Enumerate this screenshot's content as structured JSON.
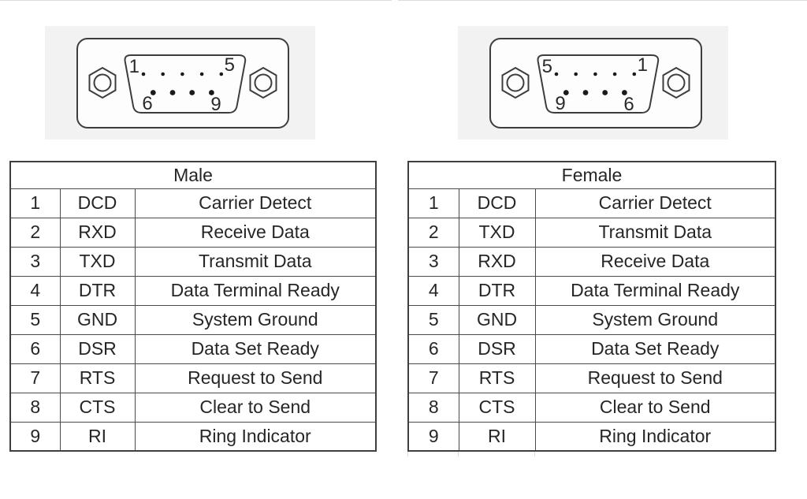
{
  "colors": {
    "page_bg": "#ffffff",
    "panel_bg": "#f2f2f2",
    "connector_line": "#3d3d3d",
    "connector_fill": "#fdfdfd",
    "pin_dot": "#1a1a1a",
    "table_border": "#3f3f3f",
    "text": "#262626",
    "artifact_line": "#dcdcdc"
  },
  "connectors": [
    {
      "id": "male",
      "type": "DB9 connector face",
      "pin_labels": {
        "top_left": "1",
        "top_right": "5",
        "bottom_left": "6",
        "bottom_right": "9"
      }
    },
    {
      "id": "female",
      "type": "DB9 connector face",
      "pin_labels": {
        "top_left": "5",
        "top_right": "1",
        "bottom_left": "9",
        "bottom_right": "6"
      }
    }
  ],
  "tables": [
    {
      "title": "Male",
      "rows": [
        {
          "pin": "1",
          "signal": "DCD",
          "description": "Carrier Detect"
        },
        {
          "pin": "2",
          "signal": "RXD",
          "description": "Receive Data"
        },
        {
          "pin": "3",
          "signal": "TXD",
          "description": "Transmit Data"
        },
        {
          "pin": "4",
          "signal": "DTR",
          "description": "Data Terminal Ready"
        },
        {
          "pin": "5",
          "signal": "GND",
          "description": "System Ground"
        },
        {
          "pin": "6",
          "signal": "DSR",
          "description": "Data Set Ready"
        },
        {
          "pin": "7",
          "signal": "RTS",
          "description": "Request to Send"
        },
        {
          "pin": "8",
          "signal": "CTS",
          "description": "Clear to Send"
        },
        {
          "pin": "9",
          "signal": "RI",
          "description": "Ring Indicator"
        }
      ]
    },
    {
      "title": "Female",
      "rows": [
        {
          "pin": "1",
          "signal": "DCD",
          "description": "Carrier Detect"
        },
        {
          "pin": "2",
          "signal": "TXD",
          "description": "Transmit Data"
        },
        {
          "pin": "3",
          "signal": "RXD",
          "description": "Receive Data"
        },
        {
          "pin": "4",
          "signal": "DTR",
          "description": "Data Terminal Ready"
        },
        {
          "pin": "5",
          "signal": "GND",
          "description": "System Ground"
        },
        {
          "pin": "6",
          "signal": "DSR",
          "description": "Data Set Ready"
        },
        {
          "pin": "7",
          "signal": "RTS",
          "description": "Request to Send"
        },
        {
          "pin": "8",
          "signal": "CTS",
          "description": "Clear to Send"
        },
        {
          "pin": "9",
          "signal": "RI",
          "description": "Ring Indicator"
        }
      ]
    }
  ]
}
